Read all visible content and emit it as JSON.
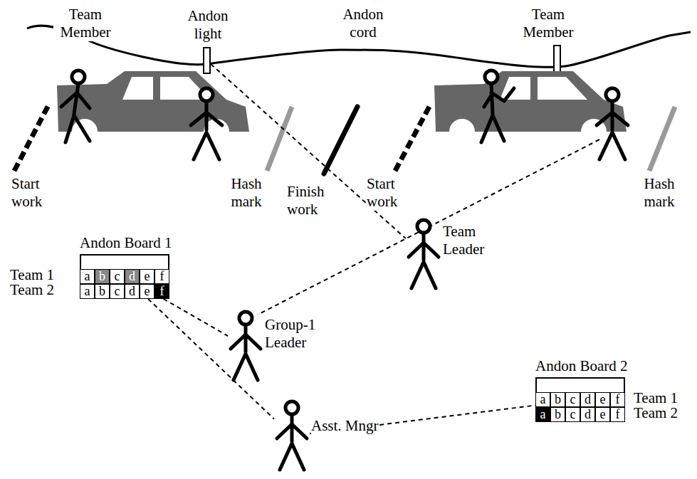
{
  "diagram": {
    "nodes": [
      {
        "text": [
          "Andon light"
        ]
      },
      {
        "text": [
          "Team Leader"
        ]
      },
      {
        "text": [
          "Andon Board 1"
        ]
      },
      {
        "text": [
          "a"
        ],
        "in": 2
      },
      {
        "text": [
          "b"
        ],
        "in": 2
      },
      {
        "text": [
          "c"
        ],
        "in": 2
      },
      {
        "text": [
          "d"
        ],
        "in": 2
      },
      {
        "text": [
          "e"
        ],
        "in": 2
      },
      {
        "text": [
          "f"
        ],
        "in": 2
      },
      {
        "text": [
          "a"
        ],
        "in": 2
      },
      {
        "text": [
          "b"
        ],
        "in": 2
      },
      {
        "text": [
          "c"
        ],
        "in": 2
      },
      {
        "text": [
          "d"
        ],
        "in": 2
      },
      {
        "text": [
          "e"
        ],
        "in": 2
      },
      {
        "text": [
          "f"
        ],
        "in": 2
      },
      {
        "text": [
          "Group-1 Leader"
        ]
      },
      {
        "text": [
          "Andon Board 2"
        ]
      },
      {
        "text": [
          "a"
        ],
        "in": 16
      },
      {
        "text": [
          "b"
        ],
        "in": 16
      },
      {
        "text": [
          "c"
        ],
        "in": 16
      },
      {
        "text": [
          "d"
        ],
        "in": 16
      },
      {
        "text": [
          "e"
        ],
        "in": 16
      },
      {
        "text": [
          "f"
        ],
        "in": 16
      },
      {
        "text": [
          "a"
        ],
        "in": 16
      },
      {
        "text": [
          "b"
        ],
        "in": 16
      },
      {
        "text": [
          "c"
        ],
        "in": 16
      },
      {
        "text": [
          "d"
        ],
        "in": 16
      },
      {
        "text": [
          "e"
        ],
        "in": 16
      },
      {
        "text": [
          "f"
        ],
        "in": 16
      },
      {
        "text": [
          "Asst. Mngr"
        ]
      }
    ],
    "edges": [
      {
        "from": 0,
        "to": 1,
        "arrow": "none"
      },
      {
        "from": 2,
        "to": 15,
        "arrow": "none"
      },
      {
        "from": 2,
        "to": 29,
        "arrow": "none"
      },
      {
        "from": 29,
        "to": 16,
        "arrow": "none"
      }
    ],
    "labels": [
      "Team Member",
      "Andon cord",
      "Team Member",
      "Start work",
      "Hash mark",
      "Finish work",
      "Start work",
      "Hash mark",
      "Team 1",
      "Team 2",
      "Team 1",
      "Team 2"
    ]
  }
}
